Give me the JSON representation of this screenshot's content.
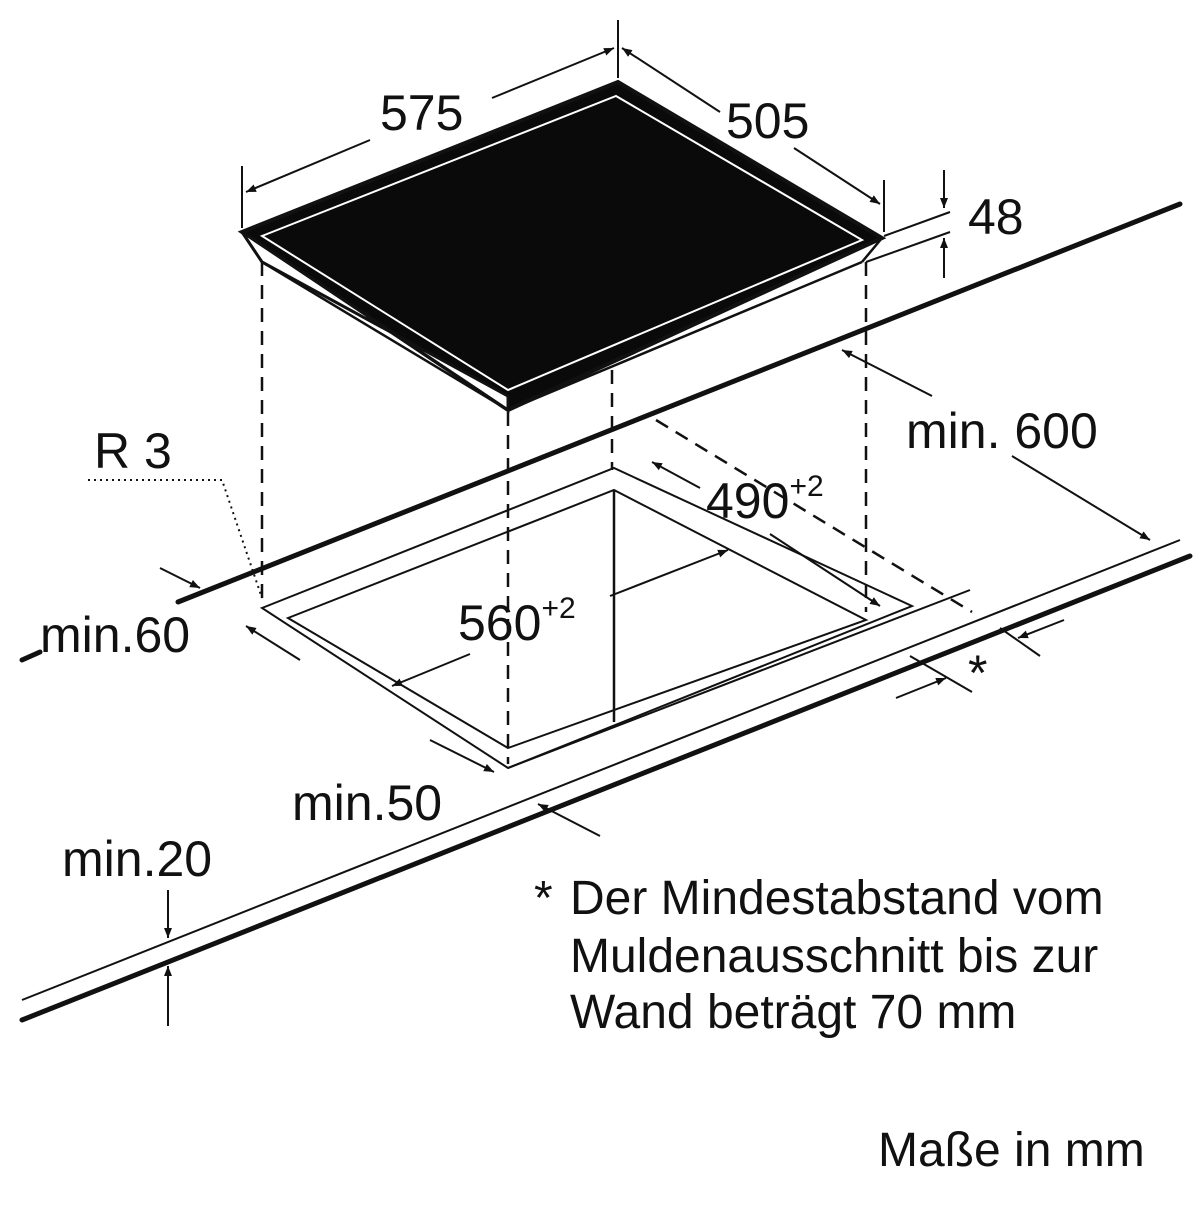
{
  "dimensions": {
    "width": "575",
    "depth": "505",
    "height": "48",
    "cutout_width": "560",
    "cutout_width_tol": "+2",
    "cutout_depth": "490",
    "cutout_depth_tol": "+2",
    "min_front": "min. 600",
    "min_side": "min.60",
    "min_rear": "min.50",
    "worktop": "min.20",
    "radius": "R 3",
    "asterisk": "*"
  },
  "note": {
    "marker": "*",
    "line1": "Der Mindestabstand vom",
    "line2": "Muldenausschnitt bis zur",
    "line3": "Wand beträgt 70 mm"
  },
  "units_label": "Maße in mm",
  "colors": {
    "ink": "#111111",
    "hob_surface": "#0a0a0a",
    "background": "#ffffff"
  }
}
